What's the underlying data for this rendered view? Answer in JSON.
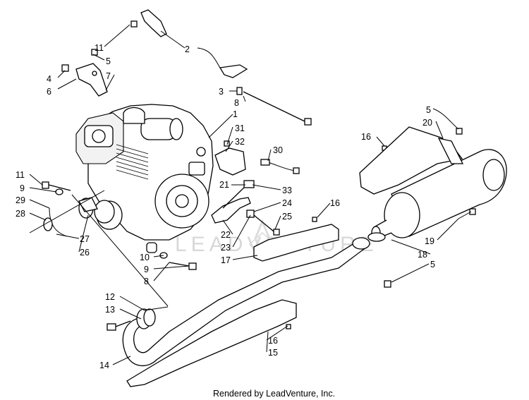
{
  "watermark": "LEADVENTURE",
  "footer": "Rendered by LeadVenture, Inc.",
  "callouts": [
    "11",
    "5",
    "4",
    "6",
    "7",
    "2",
    "3",
    "8",
    "1",
    "31",
    "32",
    "30",
    "11",
    "9",
    "29",
    "28",
    "27",
    "26",
    "21",
    "33",
    "24",
    "25",
    "22",
    "23",
    "17",
    "16",
    "16",
    "5",
    "20",
    "19",
    "18",
    "5",
    "10",
    "9",
    "8",
    "12",
    "13",
    "14",
    "16",
    "15"
  ]
}
